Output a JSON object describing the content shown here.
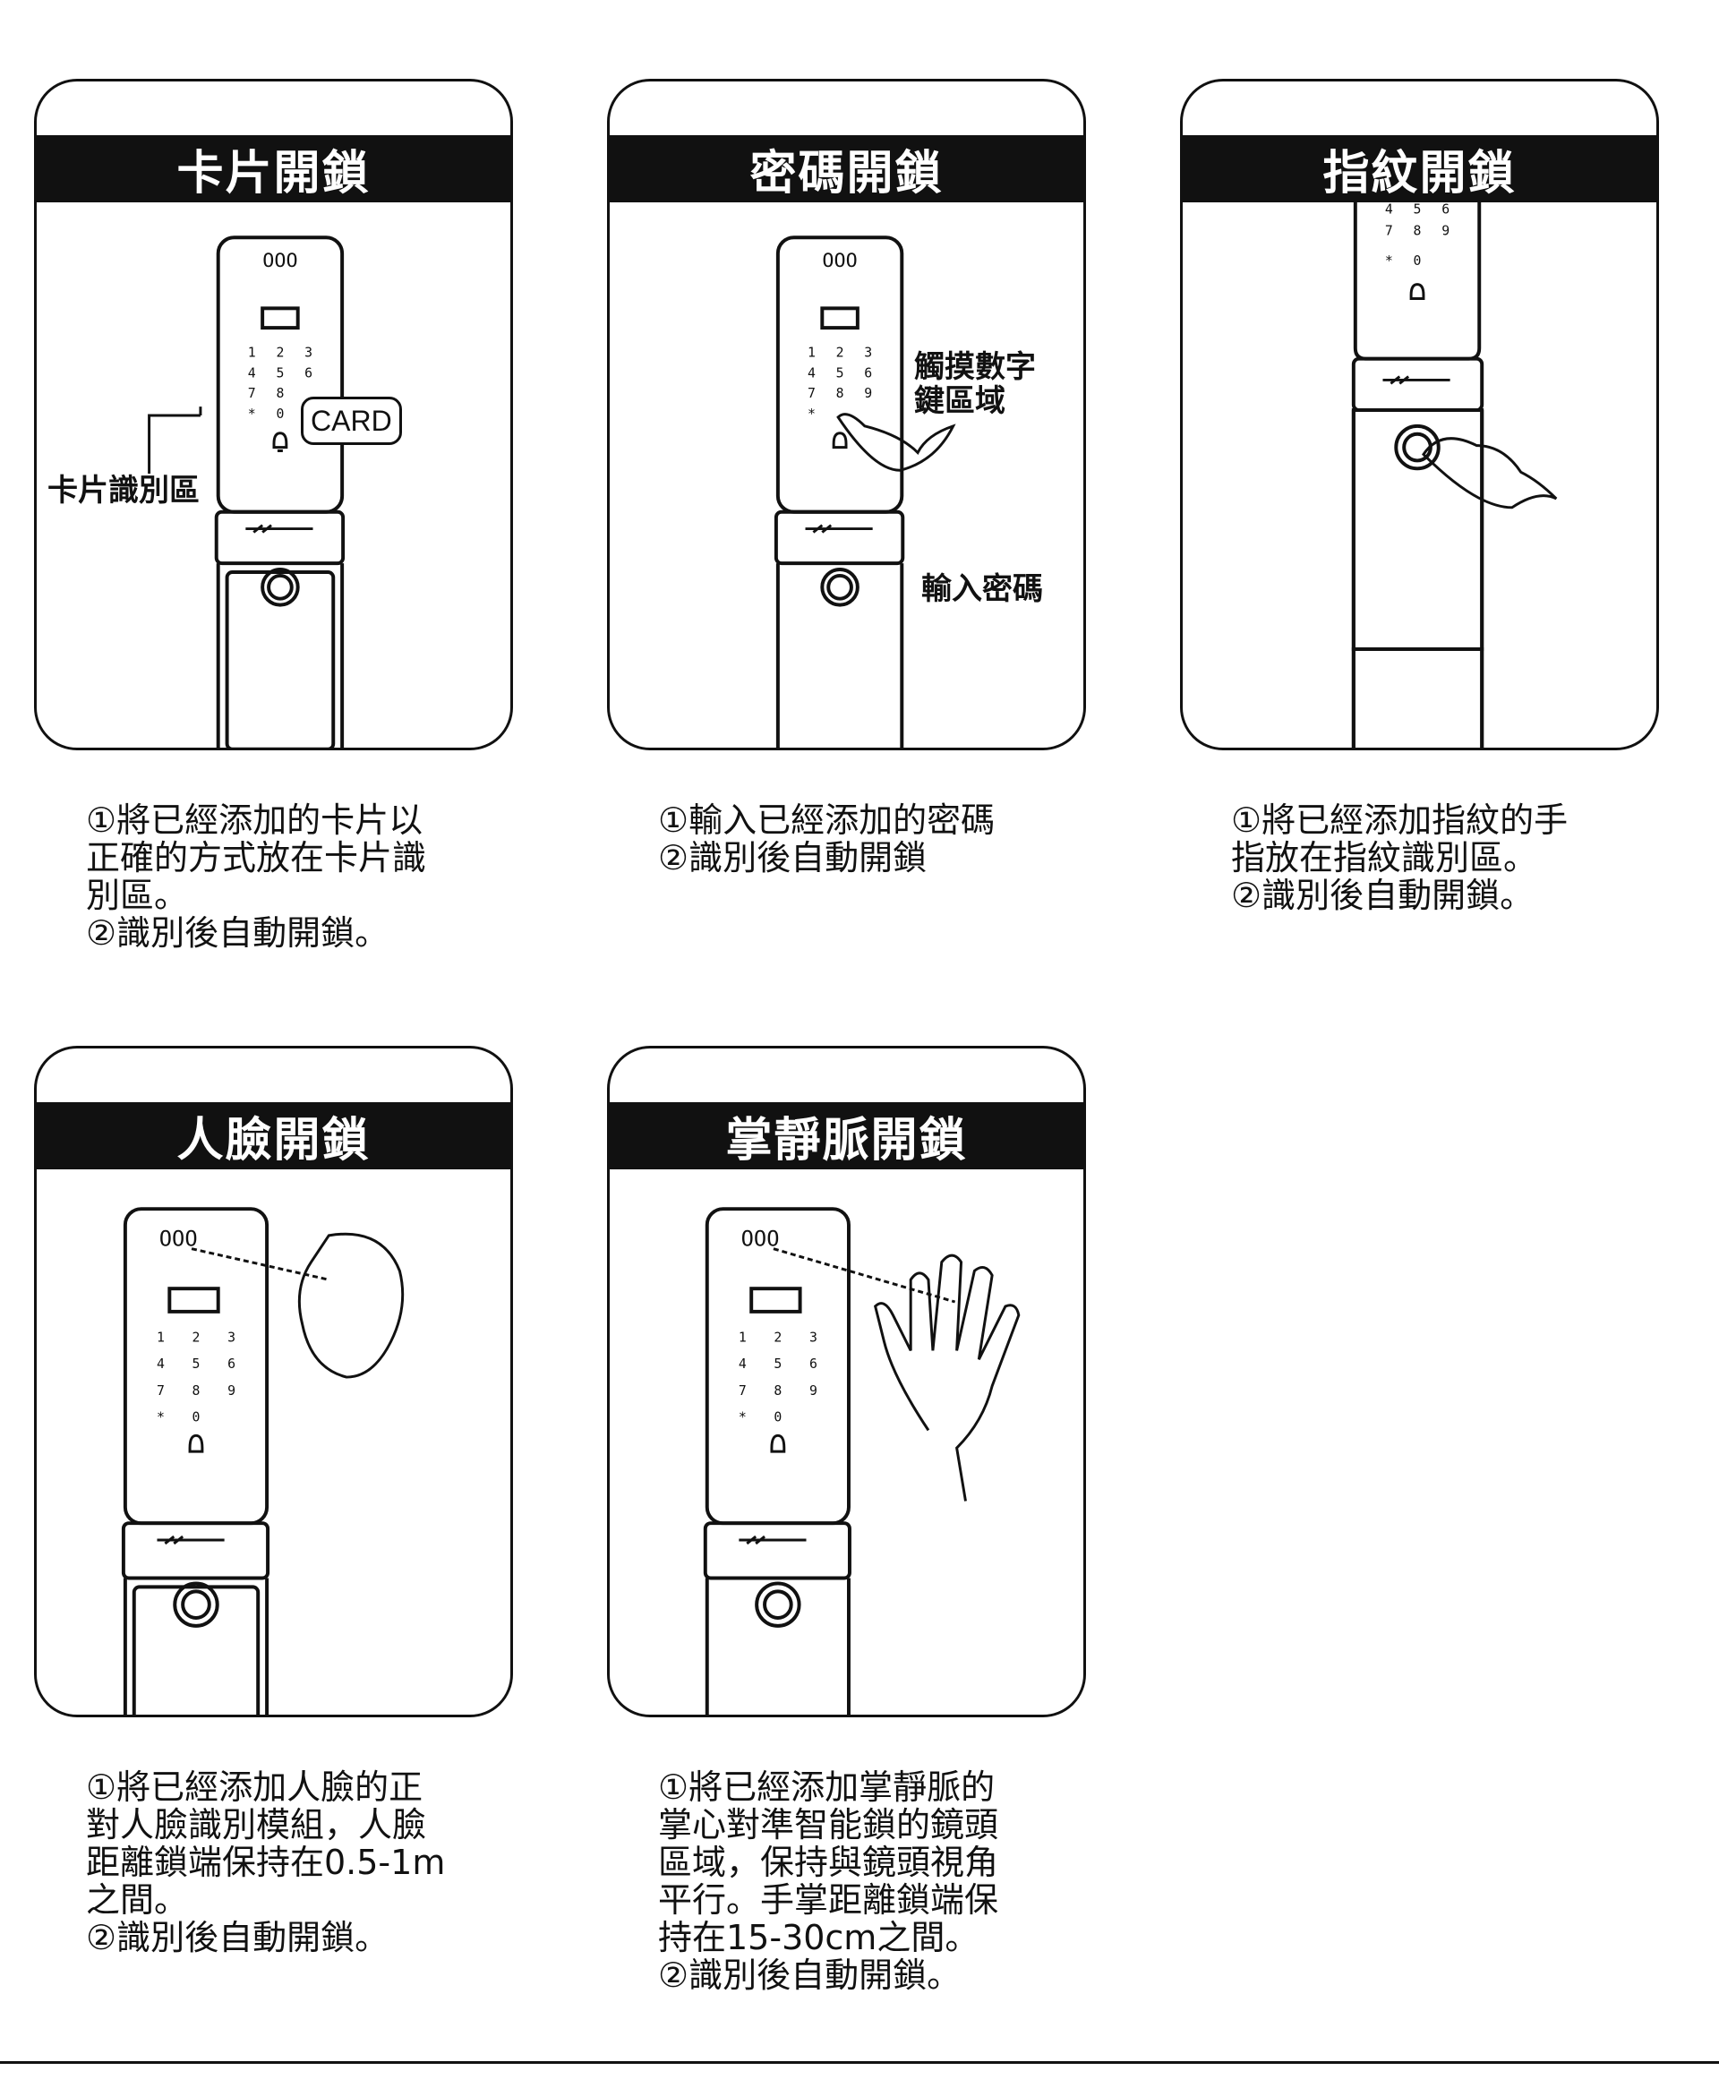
{
  "cards": [
    {
      "title": "卡片開鎖",
      "badge": "CARD",
      "annotations": [
        "卡片識別區"
      ],
      "caption": "①將已經添加的卡片以\n正確的方式放在卡片識\n別區。\n②識別後自動開鎖。"
    },
    {
      "title": "密碼開鎖",
      "annotations": [
        "觸摸數字\n鍵區域",
        "輸入密碼"
      ],
      "caption": "①輸入已經添加的密碼\n②識別後自動開鎖"
    },
    {
      "title": "指紋開鎖",
      "caption": "①將已經添加指紋的手\n指放在指紋識別區。\n②識別後自動開鎖。"
    },
    {
      "title": "人臉開鎖",
      "caption": "①將已經添加人臉的正\n對人臉識別模組，人臉\n距離鎖端保持在0.5-1m\n之間。\n②識別後自動開鎖。"
    },
    {
      "title": "掌靜脈開鎖",
      "caption": "①將已經添加掌靜脈的\n掌心對準智能鎖的鏡頭\n區域，保持與鏡頭視角\n平行。手掌距離鎖端保\n持在15-30cm之間。\n②識別後自動開鎖。"
    }
  ],
  "lock_panel": {
    "camera": "OOO",
    "keys": [
      "1",
      "2",
      "3",
      "4",
      "5",
      "6",
      "7",
      "8",
      "9",
      "*",
      "0",
      "🔒"
    ]
  }
}
